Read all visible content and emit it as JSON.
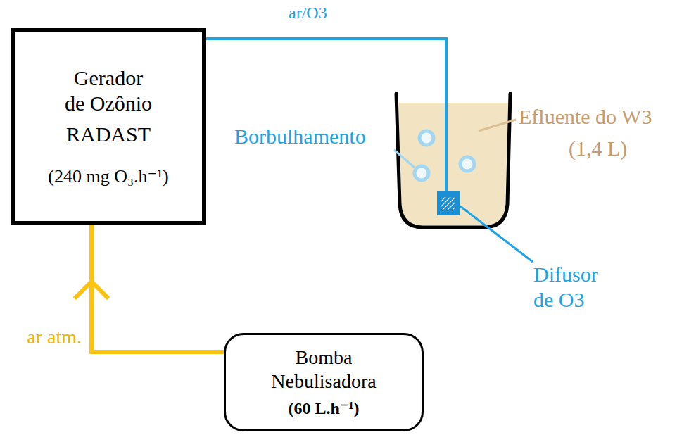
{
  "diagram": {
    "nodes": [
      {
        "text": [
          "Gerador de Ozônio",
          "RADAST",
          "(240 mg O₃.h⁻¹)"
        ]
      },
      {
        "text": [
          "Bomba Nebulisadora",
          "(60 L.h⁻¹)"
        ]
      }
    ],
    "edges": [
      {
        "from": 1,
        "to": 0,
        "arrow": "to",
        "label": "ar atm."
      }
    ],
    "labels": [
      "ar/O3",
      "Borbulhamento",
      "Efluente do W3",
      "(1,4 L)",
      "Difusor de O3"
    ]
  }
}
